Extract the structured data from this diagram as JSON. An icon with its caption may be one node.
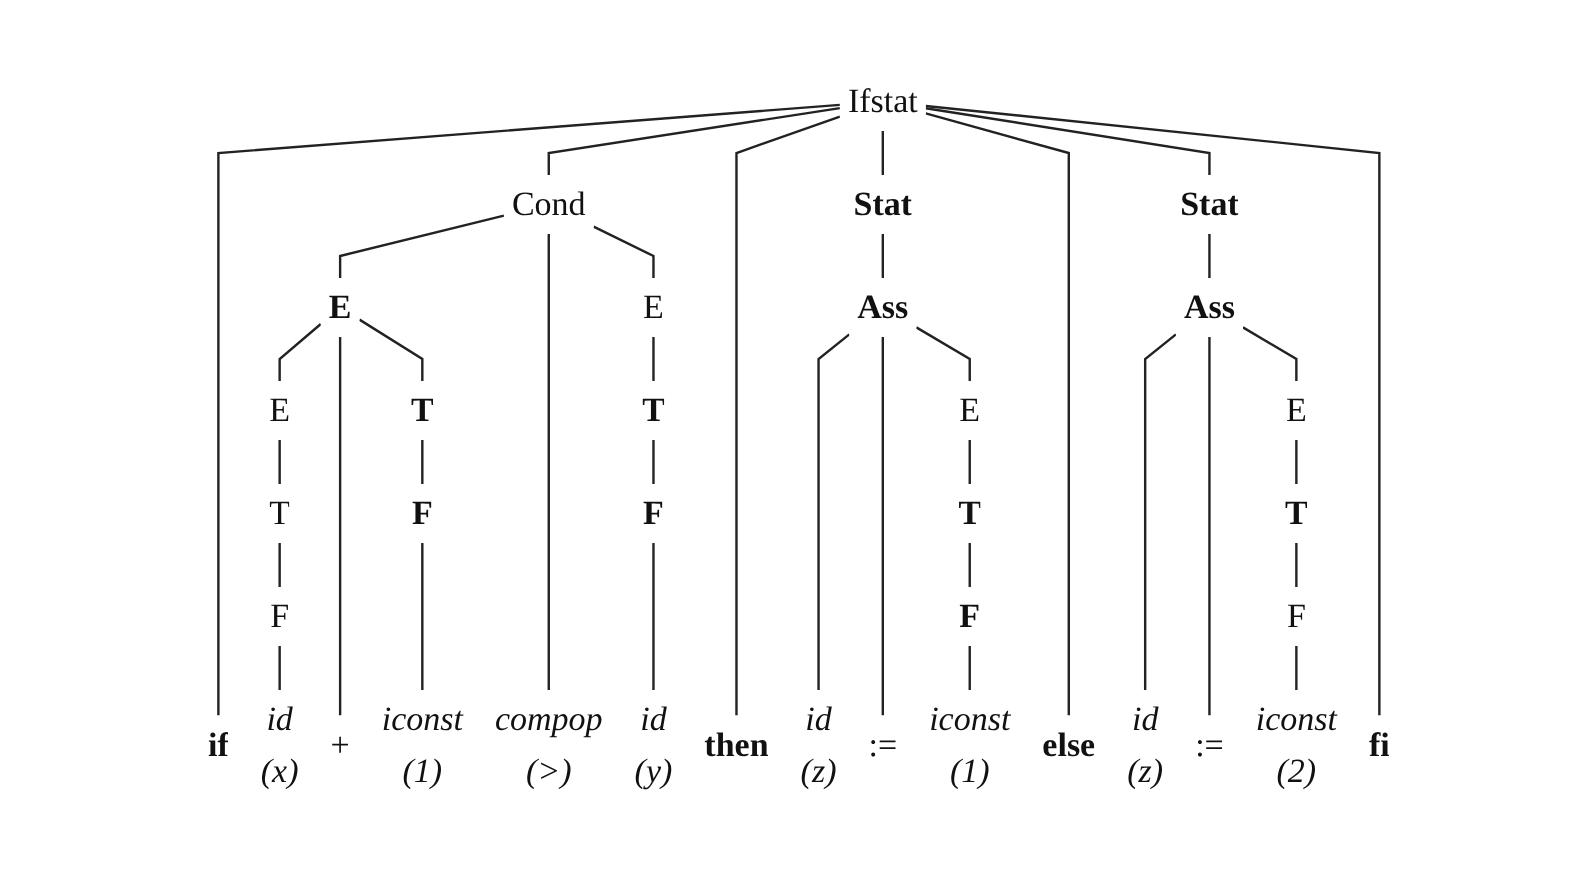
{
  "diagram": {
    "nodes": [
      {
        "text": [
          "Ifstat"
        ]
      },
      {
        "text": [
          "Cond"
        ]
      },
      {
        "text": [
          "Stat"
        ]
      },
      {
        "text": [
          "Stat"
        ]
      },
      {
        "text": [
          "E"
        ]
      },
      {
        "text": [
          "E"
        ]
      },
      {
        "text": [
          "Ass"
        ]
      },
      {
        "text": [
          "Ass"
        ]
      },
      {
        "text": [
          "E"
        ]
      },
      {
        "text": [
          "T"
        ]
      },
      {
        "text": [
          "T"
        ]
      },
      {
        "text": [
          "E"
        ]
      },
      {
        "text": [
          "E"
        ]
      },
      {
        "text": [
          "T"
        ]
      },
      {
        "text": [
          "F"
        ]
      },
      {
        "text": [
          "F"
        ]
      },
      {
        "text": [
          "T"
        ]
      },
      {
        "text": [
          "T"
        ]
      },
      {
        "text": [
          "F"
        ]
      },
      {
        "text": [
          "F"
        ]
      },
      {
        "text": [
          "F"
        ]
      },
      {
        "text": [
          "if"
        ]
      },
      {
        "text": [
          "id"
        ],
        "beside": [
          "(x)"
        ]
      },
      {
        "text": [
          "+"
        ]
      },
      {
        "text": [
          "iconst"
        ],
        "beside": [
          "(1)"
        ]
      },
      {
        "text": [
          "compop"
        ],
        "beside": [
          "(>)"
        ]
      },
      {
        "text": [
          "id"
        ],
        "beside": [
          "(y)"
        ]
      },
      {
        "text": [
          "then"
        ]
      },
      {
        "text": [
          "id"
        ],
        "beside": [
          "(z)"
        ]
      },
      {
        "text": [
          ":="
        ]
      },
      {
        "text": [
          "iconst"
        ],
        "beside": [
          "(1)"
        ]
      },
      {
        "text": [
          "else"
        ]
      },
      {
        "text": [
          "id"
        ],
        "beside": [
          "(z)"
        ]
      },
      {
        "text": [
          ":="
        ]
      },
      {
        "text": [
          "iconst"
        ],
        "beside": [
          "(2)"
        ]
      },
      {
        "text": [
          "fi"
        ]
      }
    ],
    "edges": [
      {
        "from": 0,
        "to": 21,
        "arrow": "none"
      },
      {
        "from": 0,
        "to": 1,
        "arrow": "none"
      },
      {
        "from": 0,
        "to": 27,
        "arrow": "none"
      },
      {
        "from": 0,
        "to": 2,
        "arrow": "none"
      },
      {
        "from": 0,
        "to": 31,
        "arrow": "none"
      },
      {
        "from": 0,
        "to": 3,
        "arrow": "none"
      },
      {
        "from": 0,
        "to": 35,
        "arrow": "none"
      },
      {
        "from": 1,
        "to": 4,
        "arrow": "none"
      },
      {
        "from": 1,
        "to": 25,
        "arrow": "none"
      },
      {
        "from": 1,
        "to": 5,
        "arrow": "none"
      },
      {
        "from": 4,
        "to": 8,
        "arrow": "none"
      },
      {
        "from": 4,
        "to": 23,
        "arrow": "none"
      },
      {
        "from": 4,
        "to": 9,
        "arrow": "none"
      },
      {
        "from": 8,
        "to": 13,
        "arrow": "none"
      },
      {
        "from": 13,
        "to": 18,
        "arrow": "none"
      },
      {
        "from": 18,
        "to": 22,
        "arrow": "none"
      },
      {
        "from": 9,
        "to": 14,
        "arrow": "none"
      },
      {
        "from": 14,
        "to": 24,
        "arrow": "none"
      },
      {
        "from": 5,
        "to": 10,
        "arrow": "none"
      },
      {
        "from": 10,
        "to": 15,
        "arrow": "none"
      },
      {
        "from": 15,
        "to": 26,
        "arrow": "none"
      },
      {
        "from": 2,
        "to": 6,
        "arrow": "none"
      },
      {
        "from": 6,
        "to": 28,
        "arrow": "none"
      },
      {
        "from": 6,
        "to": 29,
        "arrow": "none"
      },
      {
        "from": 6,
        "to": 11,
        "arrow": "none"
      },
      {
        "from": 11,
        "to": 16,
        "arrow": "none"
      },
      {
        "from": 16,
        "to": 19,
        "arrow": "none"
      },
      {
        "from": 19,
        "to": 30,
        "arrow": "none"
      },
      {
        "from": 3,
        "to": 7,
        "arrow": "none"
      },
      {
        "from": 7,
        "to": 32,
        "arrow": "none"
      },
      {
        "from": 7,
        "to": 33,
        "arrow": "none"
      },
      {
        "from": 7,
        "to": 12,
        "arrow": "none"
      },
      {
        "from": 12,
        "to": 17,
        "arrow": "none"
      },
      {
        "from": 17,
        "to": 20,
        "arrow": "none"
      },
      {
        "from": 20,
        "to": 34,
        "arrow": "none"
      }
    ]
  }
}
